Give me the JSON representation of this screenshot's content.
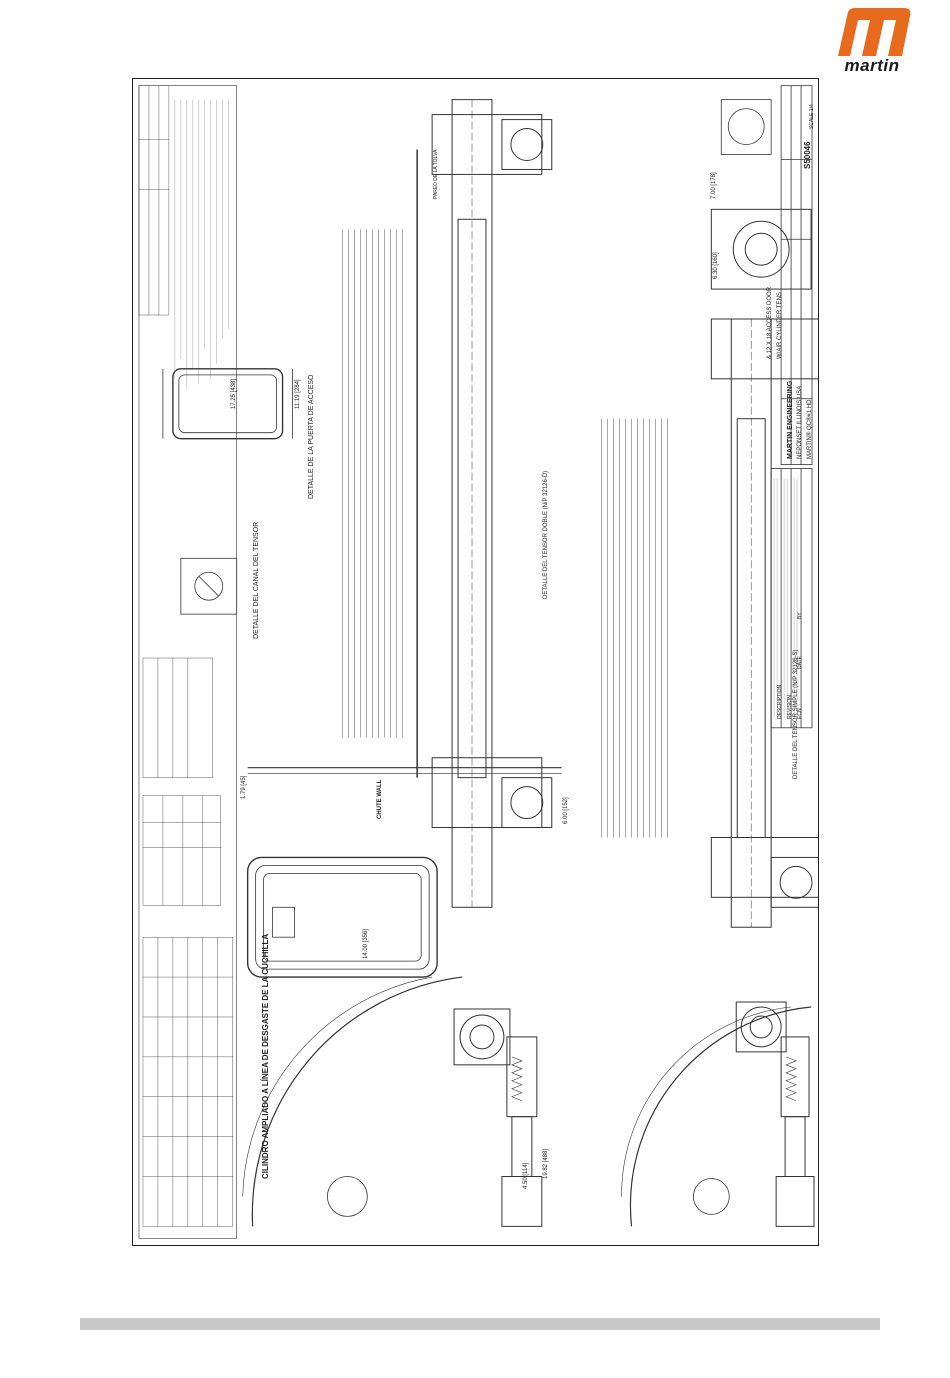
{
  "brand": {
    "name": "martin",
    "color": "#e86a1c"
  },
  "drawing": {
    "note_strip_bottom": "CILINDRO AMPLIADO A LÍNEA DE DESGASTE DE LA CUCHILLA",
    "detail_access_door": "DETALLE DE LA PUERTA DE ACCESO",
    "detail_tensioner_chanel": "DETALLE DEL CANAL DEL TENSOR",
    "detail_tensioner_double": "DETALLE DEL TENSOR DOBLE (N/P 32126-D)",
    "detail_tensioner_simple": "DETALLE DEL TENSOR SIMPLE (N/P 32126-S)",
    "chute_wall": "CHUTE WALL",
    "pared_tolva": "PARED DE LA TOLVA",
    "title_block": {
      "title_line1": "MARTIN® QC®#1 HD",
      "title_line2": "W/AIR CYLINDER TENS",
      "title_line3": "& 12 X 18 ACCESS DOOR",
      "drawing_no": "S50046",
      "scale": "SCALE 1/4",
      "description_label": "DESCRIPTION",
      "revision_label": "REVISION",
      "ecn_label": "ECN",
      "date_label": "DATE",
      "by_label": "BY",
      "company": "MARTIN ENGINEERING",
      "location": "NEPONSET ILLINOIS USA"
    },
    "dimensions": {
      "d1": "11.19 [284]",
      "d2": "17.25 [438]",
      "d3": "7.00 [178]",
      "d4": "14.00 [356]",
      "d5": "6.00 [152]",
      "d6": "6.30 [160]",
      "d7": "19.82 [488]",
      "d8": "4.50 [114]",
      "d9": "1.79 [45]"
    }
  }
}
